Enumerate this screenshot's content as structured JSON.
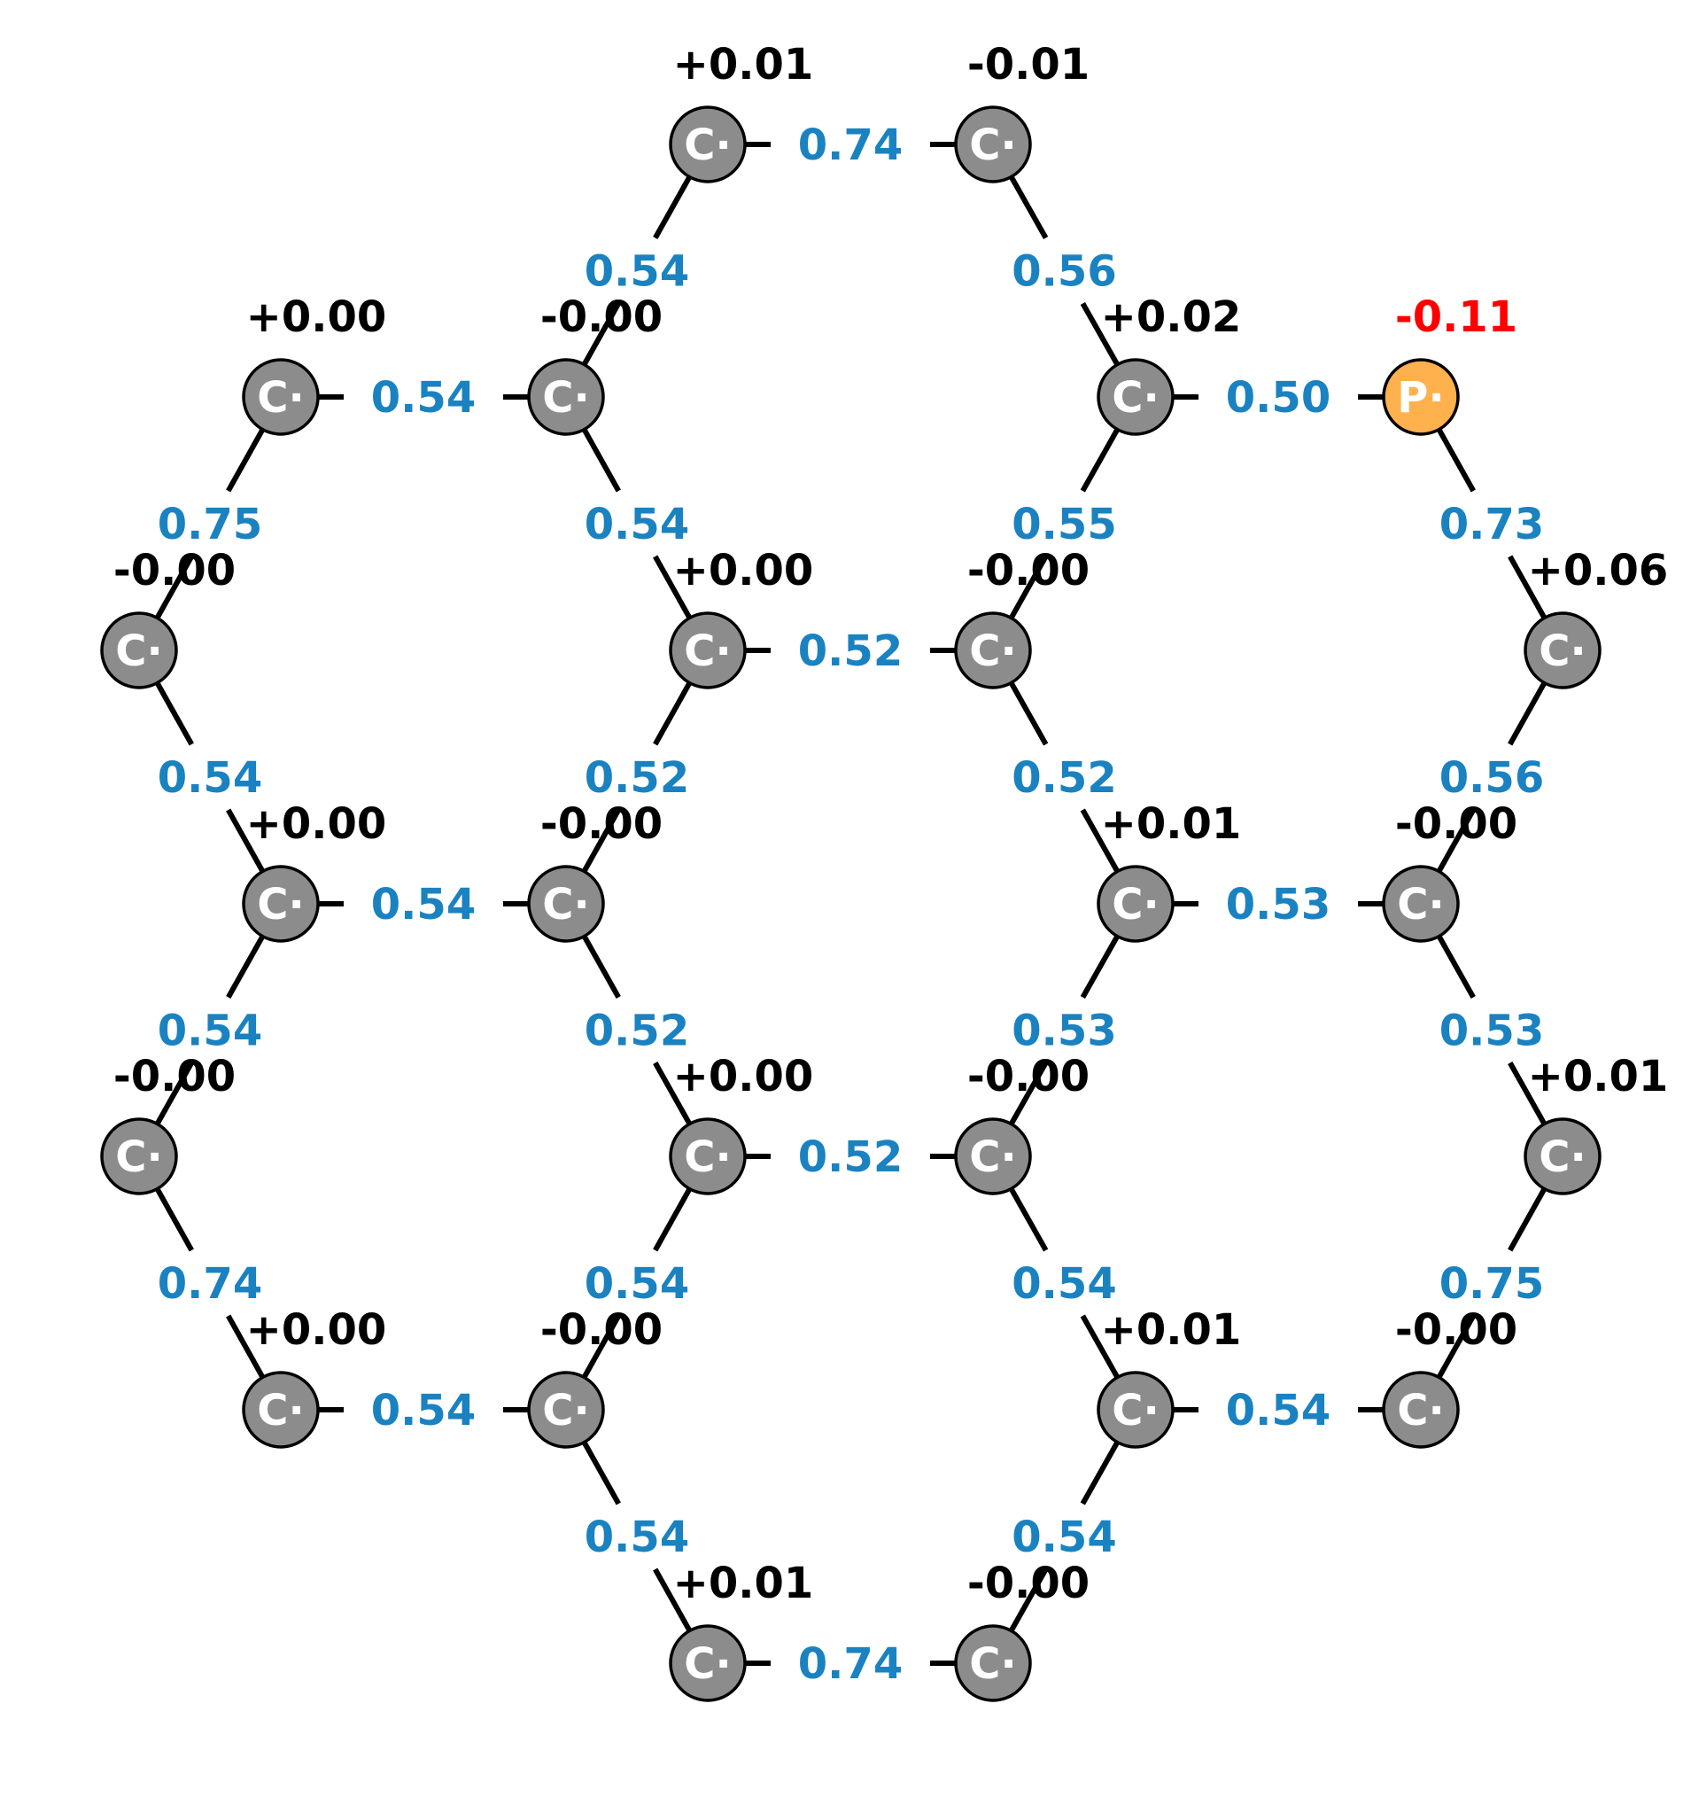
{
  "colors": {
    "carbon": "#8c8c8c",
    "phosphorus": "#ffb14e",
    "bond_order_text": "#1a82c0",
    "charge_normal": "#000000",
    "charge_highlight": "#ff0000"
  },
  "atoms": [
    {
      "label": "C·",
      "charge": "+0.01",
      "element": "C"
    },
    {
      "label": "C·",
      "charge": "-0.01",
      "element": "C"
    },
    {
      "label": "C·",
      "charge": "+0.00",
      "element": "C"
    },
    {
      "label": "C·",
      "charge": "-0.00",
      "element": "C"
    },
    {
      "label": "C·",
      "charge": "+0.02",
      "element": "C"
    },
    {
      "label": "P·",
      "charge": "-0.11",
      "element": "P",
      "highlight": true
    },
    {
      "label": "C·",
      "charge": "-0.00",
      "element": "C"
    },
    {
      "label": "C·",
      "charge": "+0.00",
      "element": "C"
    },
    {
      "label": "C·",
      "charge": "-0.00",
      "element": "C"
    },
    {
      "label": "C·",
      "charge": "+0.06",
      "element": "C"
    },
    {
      "label": "C·",
      "charge": "+0.00",
      "element": "C"
    },
    {
      "label": "C·",
      "charge": "-0.00",
      "element": "C"
    },
    {
      "label": "C·",
      "charge": "+0.01",
      "element": "C"
    },
    {
      "label": "C·",
      "charge": "-0.00",
      "element": "C"
    },
    {
      "label": "C·",
      "charge": "-0.00",
      "element": "C"
    },
    {
      "label": "C·",
      "charge": "+0.00",
      "element": "C"
    },
    {
      "label": "C·",
      "charge": "-0.00",
      "element": "C"
    },
    {
      "label": "C·",
      "charge": "+0.01",
      "element": "C"
    },
    {
      "label": "C·",
      "charge": "+0.00",
      "element": "C"
    },
    {
      "label": "C·",
      "charge": "-0.00",
      "element": "C"
    },
    {
      "label": "C·",
      "charge": "+0.01",
      "element": "C"
    },
    {
      "label": "C·",
      "charge": "-0.00",
      "element": "C"
    },
    {
      "label": "C·",
      "charge": "+0.01",
      "element": "C"
    },
    {
      "label": "C·",
      "charge": "-0.00",
      "element": "C"
    }
  ],
  "bonds": [
    {
      "a": 0,
      "b": 1,
      "order": "0.74"
    },
    {
      "a": 0,
      "b": 3,
      "order": "0.54"
    },
    {
      "a": 1,
      "b": 4,
      "order": "0.56"
    },
    {
      "a": 2,
      "b": 3,
      "order": "0.54"
    },
    {
      "a": 2,
      "b": 6,
      "order": "0.75"
    },
    {
      "a": 3,
      "b": 7,
      "order": "0.54"
    },
    {
      "a": 4,
      "b": 5,
      "order": "0.50"
    },
    {
      "a": 4,
      "b": 8,
      "order": "0.55"
    },
    {
      "a": 5,
      "b": 9,
      "order": "0.73"
    },
    {
      "a": 7,
      "b": 8,
      "order": "0.52"
    },
    {
      "a": 6,
      "b": 10,
      "order": "0.54"
    },
    {
      "a": 7,
      "b": 11,
      "order": "0.52"
    },
    {
      "a": 8,
      "b": 12,
      "order": "0.52"
    },
    {
      "a": 9,
      "b": 13,
      "order": "0.56"
    },
    {
      "a": 10,
      "b": 11,
      "order": "0.54"
    },
    {
      "a": 12,
      "b": 13,
      "order": "0.53"
    },
    {
      "a": 10,
      "b": 14,
      "order": "0.54"
    },
    {
      "a": 11,
      "b": 15,
      "order": "0.52"
    },
    {
      "a": 12,
      "b": 16,
      "order": "0.53"
    },
    {
      "a": 13,
      "b": 17,
      "order": "0.53"
    },
    {
      "a": 15,
      "b": 16,
      "order": "0.52"
    },
    {
      "a": 14,
      "b": 18,
      "order": "0.74"
    },
    {
      "a": 15,
      "b": 19,
      "order": "0.54"
    },
    {
      "a": 16,
      "b": 20,
      "order": "0.54"
    },
    {
      "a": 17,
      "b": 21,
      "order": "0.75"
    },
    {
      "a": 18,
      "b": 19,
      "order": "0.54"
    },
    {
      "a": 20,
      "b": 21,
      "order": "0.54"
    },
    {
      "a": 19,
      "b": 22,
      "order": "0.54"
    },
    {
      "a": 20,
      "b": 23,
      "order": "0.54"
    },
    {
      "a": 22,
      "b": 23,
      "order": "0.74"
    }
  ]
}
